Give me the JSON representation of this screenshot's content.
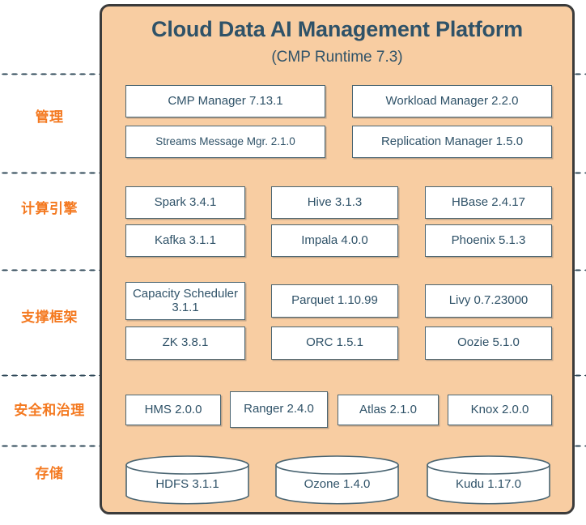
{
  "panel": {
    "title": "Cloud Data AI Management Platform",
    "subtitle": "(CMP Runtime 7.3)",
    "accent_bg": "#F8CDA2",
    "border_color": "#3b3b3b",
    "text_color": "#2f5268",
    "label_color": "#F47920",
    "box_border": "#4a6572"
  },
  "sidebar": {
    "items": [
      {
        "label": "管理"
      },
      {
        "label": "计算引擎"
      },
      {
        "label": "支撑框架"
      },
      {
        "label": "安全和治理"
      },
      {
        "label": "存储"
      }
    ]
  },
  "sections": {
    "management": {
      "label": "管理",
      "items": [
        {
          "name": "CMP Manager 7.13.1"
        },
        {
          "name": "Workload Manager 2.2.0"
        },
        {
          "name": "Streams Message Mgr. 2.1.0"
        },
        {
          "name": "Replication Manager 1.5.0"
        }
      ]
    },
    "compute": {
      "label": "计算引擎",
      "items": [
        {
          "name": "Spark 3.4.1"
        },
        {
          "name": "Hive 3.1.3"
        },
        {
          "name": "HBase 2.4.17"
        },
        {
          "name": "Kafka 3.1.1"
        },
        {
          "name": "Impala 4.0.0"
        },
        {
          "name": "Phoenix 5.1.3"
        }
      ]
    },
    "framework": {
      "label": "支撑框架",
      "items": [
        {
          "name": "Capacity Scheduler 3.1.1"
        },
        {
          "name": "Parquet 1.10.99"
        },
        {
          "name": "Livy 0.7.23000"
        },
        {
          "name": "ZK 3.8.1"
        },
        {
          "name": "ORC 1.5.1"
        },
        {
          "name": "Oozie 5.1.0"
        }
      ]
    },
    "security": {
      "label": "安全和治理",
      "items": [
        {
          "name": "HMS 2.0.0"
        },
        {
          "name": "Ranger 2.4.0"
        },
        {
          "name": "Atlas 2.1.0"
        },
        {
          "name": "Knox 2.0.0"
        }
      ]
    },
    "storage": {
      "label": "存储",
      "items": [
        {
          "name": "HDFS 3.1.1"
        },
        {
          "name": "Ozone 1.4.0"
        },
        {
          "name": "Kudu 1.17.0"
        }
      ]
    }
  }
}
